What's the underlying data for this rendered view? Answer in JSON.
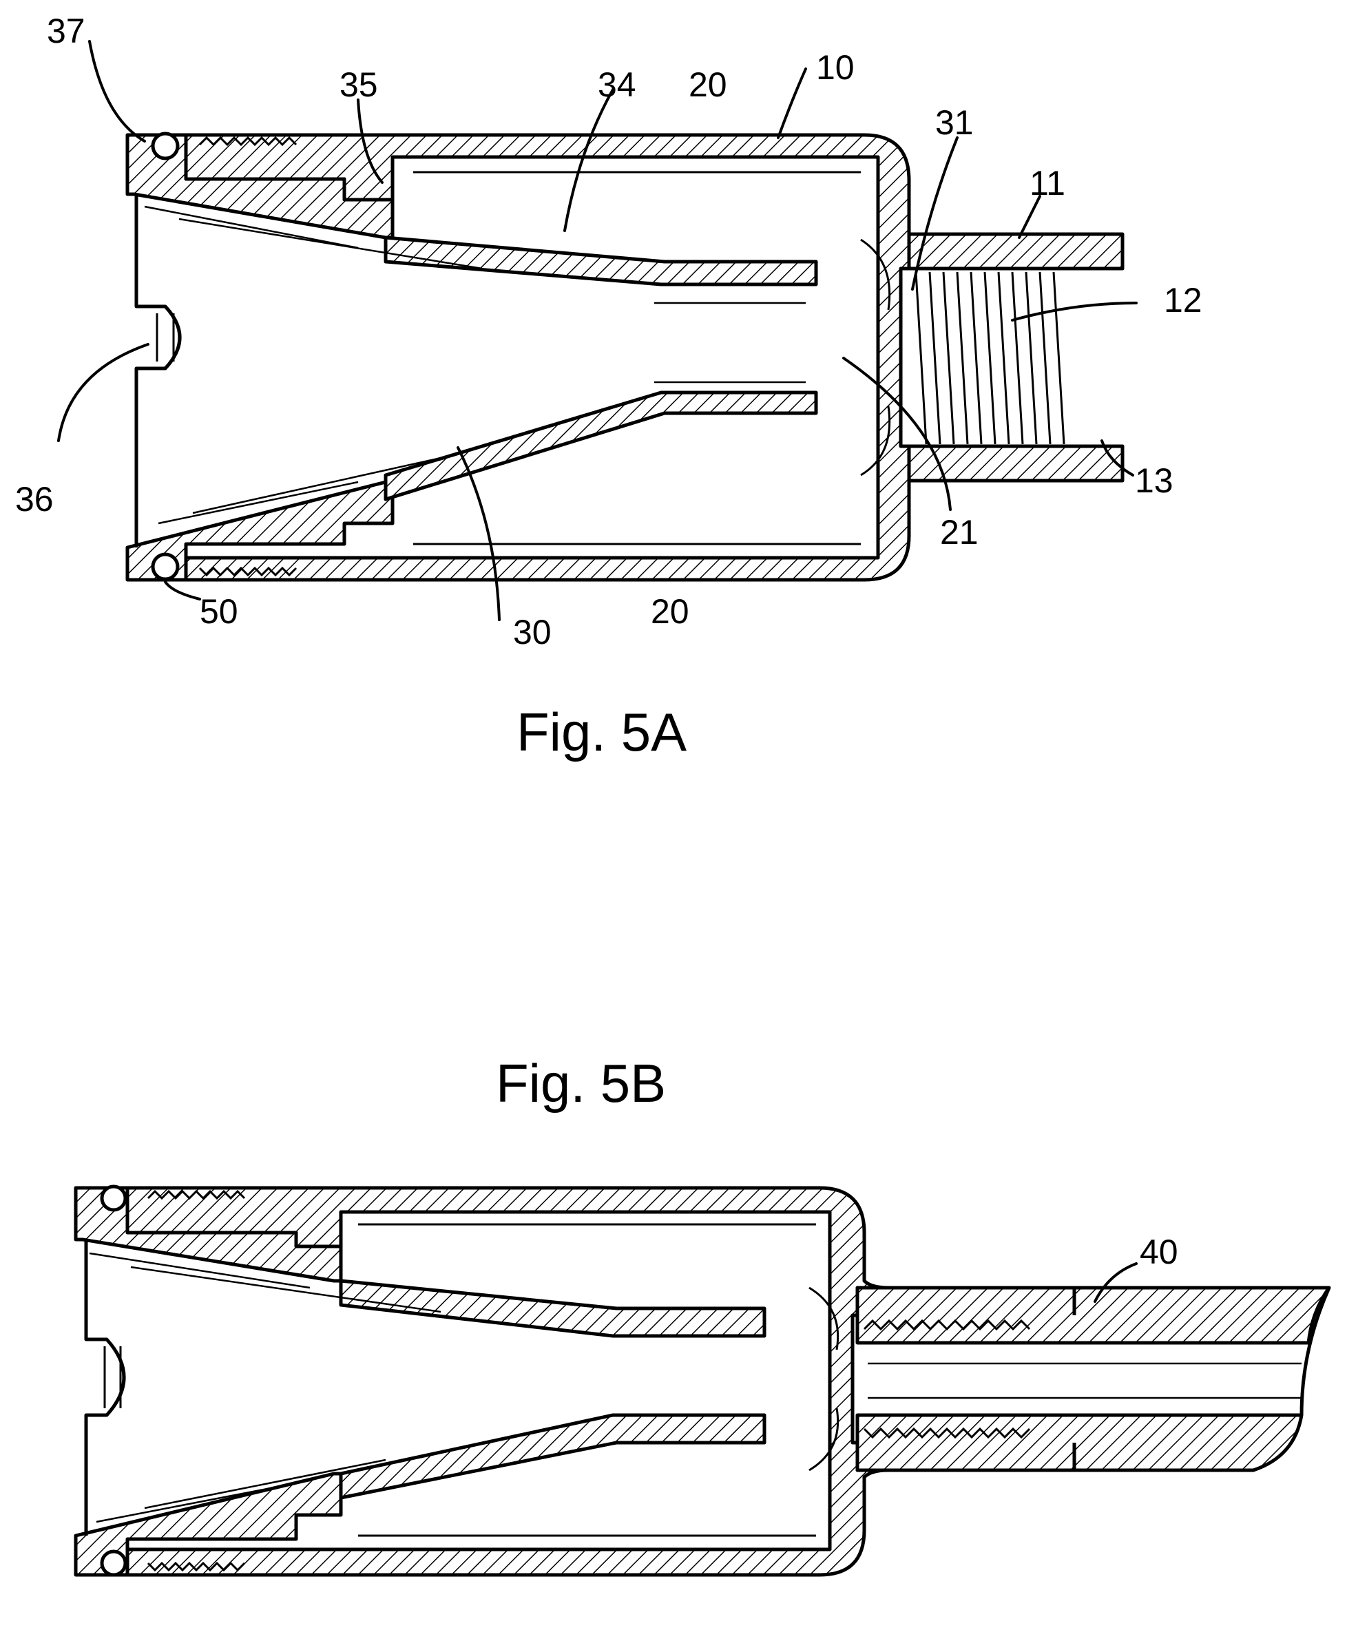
{
  "figure_a": {
    "caption": "Fig. 5A",
    "labels": {
      "n37": "37",
      "n35": "35",
      "n34": "34",
      "n20_top": "20",
      "n10": "10",
      "n31": "31",
      "n11": "11",
      "n12": "12",
      "n36": "36",
      "n13": "13",
      "n21": "21",
      "n50": "50",
      "n30": "30",
      "n20_bottom": "20"
    }
  },
  "figure_b": {
    "caption": "Fig. 5B",
    "labels": {
      "n40": "40"
    }
  }
}
